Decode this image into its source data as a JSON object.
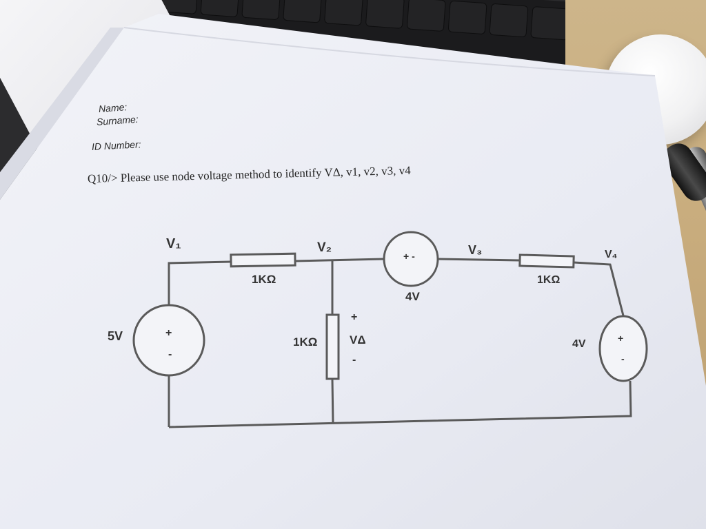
{
  "header": {
    "name_label": "Name:",
    "surname_label": "Surname:",
    "id_label": "ID Number:"
  },
  "question": {
    "text": "Q10/> Please use node voltage method to identify VΔ, v1, v2, v3, v4"
  },
  "circuit": {
    "nodes": {
      "v1": "V₁",
      "v2": "V₂",
      "v3": "V₃",
      "v4": "V₄"
    },
    "resistors": {
      "r12": "1KΩ",
      "r2g": "1KΩ",
      "r34": "1KΩ"
    },
    "sources": {
      "left": {
        "value": "5V",
        "plus": "+",
        "minus": "-"
      },
      "middle": {
        "value": "4V",
        "polarity": "+ -"
      },
      "right": {
        "value": "4V",
        "plus": "+",
        "minus": "-"
      }
    },
    "vdelta": {
      "label": "VΔ",
      "plus": "+",
      "minus": "-"
    }
  },
  "colors": {
    "paper": "#eef0f6",
    "ink": "#5a5a5a",
    "desk": "#cdb58a",
    "keyboard": "#1b1b1d",
    "key_legend": "#d8403a"
  }
}
